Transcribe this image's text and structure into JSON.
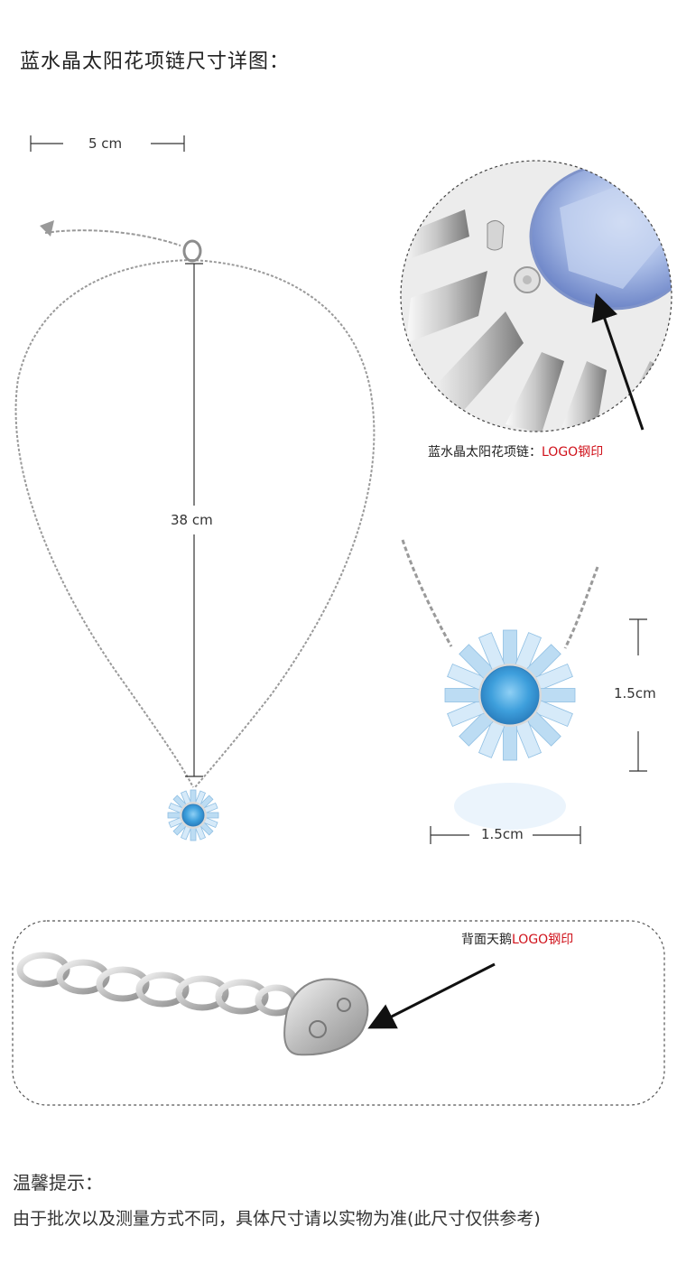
{
  "title": "蓝水晶太阳花项链尺寸详图：",
  "dimensions": {
    "chain_width": "5 cm",
    "chain_length": "38 cm",
    "pendant_height": "1.5cm",
    "pendant_width": "1.5cm"
  },
  "captions": {
    "logo_front_prefix": "蓝水晶太阳花项链：",
    "logo_front_highlight": "LOGO钢印",
    "logo_back_prefix": "背面天鹅",
    "logo_back_highlight": "LOGO钢印"
  },
  "notice": {
    "title": "温馨提示：",
    "text": "由于批次以及测量方式不同，具体尺寸请以实物为准(此尺寸仅供参考)"
  },
  "colors": {
    "accent_red": "#d0121b",
    "crystal_blue": "#4aa8e0",
    "crystal_light": "#cfe6f7",
    "silver": "#b8b8b8"
  }
}
